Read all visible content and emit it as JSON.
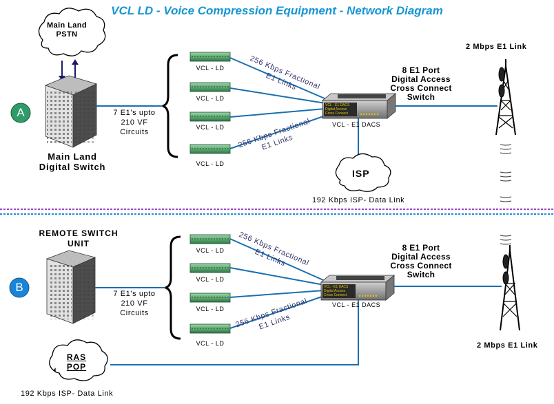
{
  "title": "VCL LD - Voice Compression Equipment - Network Diagram",
  "section_a": {
    "badge": "A",
    "pstn_line1": "Main Land",
    "pstn_line2": "PSTN",
    "switch_line1": "Main Land",
    "switch_line2": "Digital Switch",
    "e1_line1": "7 E1's upto",
    "e1_line2": "210 VF",
    "e1_line3": "Circuits",
    "ld_labels": [
      "VCL - LD",
      "VCL - LD",
      "VCL - LD",
      "VCL - LD"
    ],
    "link_top_line1": "256 Kbps Fractional",
    "link_top_line2": "E1 Links",
    "link_bottom_line1": "256 Kbps Fractional",
    "link_bottom_line2": "E1 Links",
    "dacs_label": "VCL - E1 DACS",
    "dacs_panel_line1": "VCL - E1 DACS",
    "dacs_panel_line2": "Digital Access",
    "dacs_panel_line3": "Cross Connect",
    "port_line1": "8 E1 Port",
    "port_line2": "Digital Access",
    "port_line3": "Cross Connect",
    "port_line4": "Switch",
    "isp_label": "ISP",
    "isp_link": "192 Kbps ISP- Data Link",
    "tower_label": "2 Mbps E1 Link"
  },
  "section_b": {
    "badge": "B",
    "remote_line1": "REMOTE SWITCH",
    "remote_line2": "UNIT",
    "e1_line1": "7 E1's upto",
    "e1_line2": "210 VF",
    "e1_line3": "Circuits",
    "ld_labels": [
      "VCL - LD",
      "VCL - LD",
      "VCL - LD",
      "VCL - LD"
    ],
    "link_top_line1": "256 Kbps Fractional",
    "link_top_line2": "E1 Links",
    "link_bottom_line1": "256 Kbps Fractional",
    "link_bottom_line2": "E1 Links",
    "dacs_label": "VCL - E1 DACS",
    "dacs_panel_line1": "VCL - E1 DACS",
    "dacs_panel_line2": "Digital Access",
    "dacs_panel_line3": "Cross Connect",
    "port_line1": "8 E1 Port",
    "port_line2": "Digital Access",
    "port_line3": "Cross Connect",
    "port_line4": "Switch",
    "ras_line1": "RAS",
    "ras_line2": "POP",
    "isp_link": "192 Kbps ISP- Data Link",
    "tower_label": "2 Mbps E1 Link"
  },
  "colors": {
    "title": "#1596d3",
    "link_line": "#1a6fb0",
    "divider_purple": "#a040c0",
    "divider_blue": "#1e8ed8",
    "badge_fill": "#2f9a6a",
    "badge_b_fill": "#1b84d6",
    "device_green": "#3a9a5a"
  }
}
